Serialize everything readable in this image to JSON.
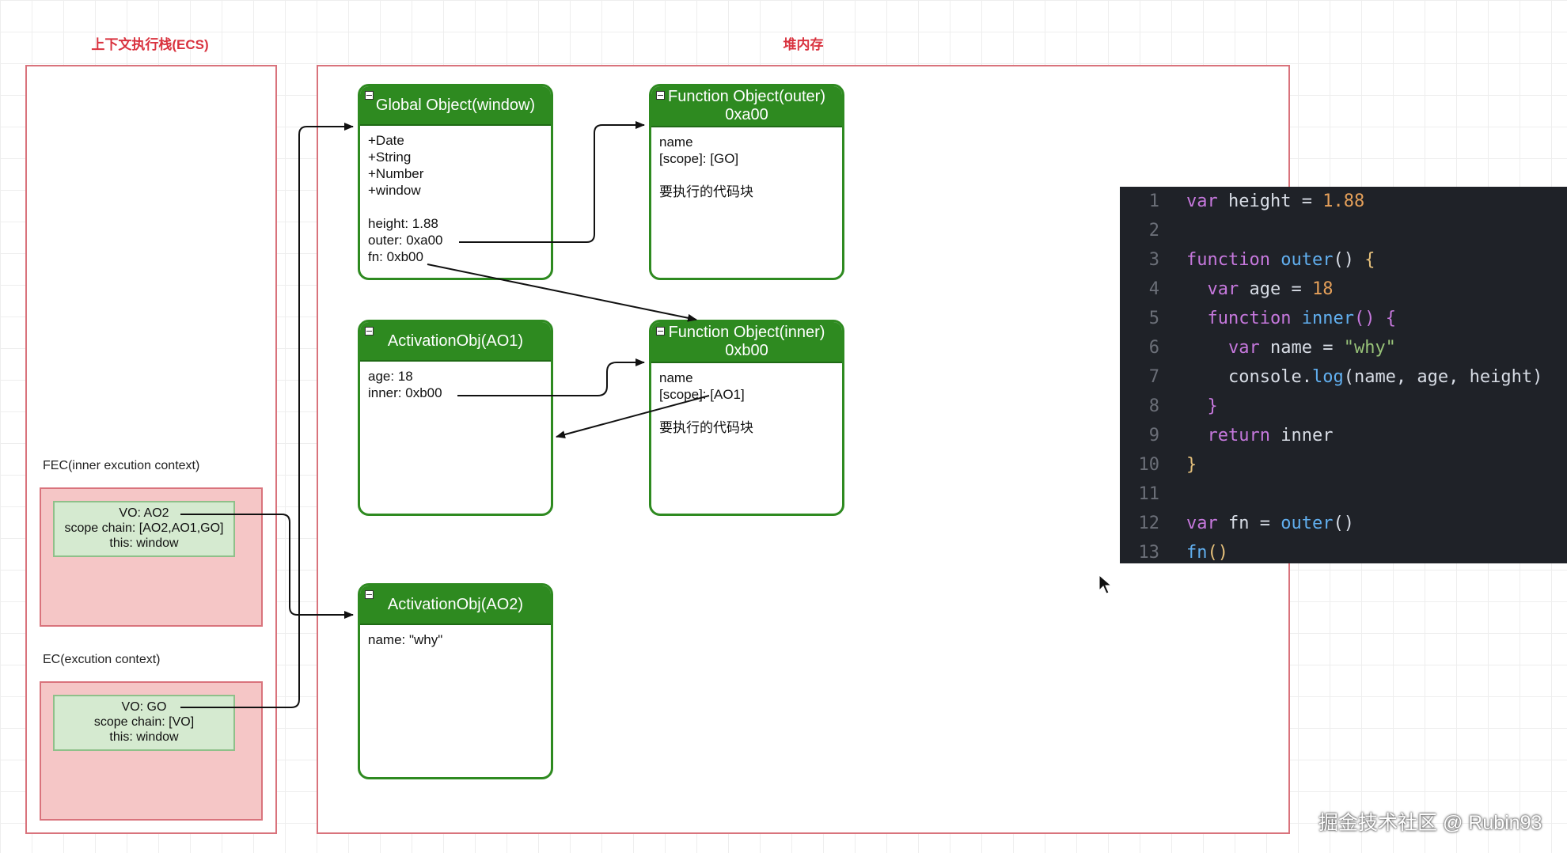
{
  "sections": {
    "ecs_title": "上下文执行栈(ECS)",
    "heap_title": "堆内存"
  },
  "ecs": {
    "fec_label": "FEC(inner excution context)",
    "fec_lines": [
      "VO: AO2",
      "scope chain: [AO2,AO1,GO]",
      "this: window"
    ],
    "ec_label": "EC(excution context)",
    "ec_lines": [
      "VO: GO",
      "scope chain: [VO]",
      "this: window"
    ]
  },
  "heap": {
    "global_object": {
      "title": "Global Object(window)",
      "body": "+Date\n+String\n+Number\n+window\n\nheight: 1.88\nouter: 0xa00\nfn: 0xb00"
    },
    "func_outer": {
      "title_line1": "Function Object(outer)",
      "title_line2": "0xa00",
      "body": "name\n[scope]: [GO]\n\n要执行的代码块"
    },
    "ao1": {
      "title": "ActivationObj(AO1)",
      "body": "age: 18\ninner: 0xb00"
    },
    "func_inner": {
      "title_line1": "Function Object(inner)",
      "title_line2": "0xb00",
      "body": "name\n[scope]: [AO1]\n\n要执行的代码块"
    },
    "ao2": {
      "title": "ActivationObj(AO2)",
      "body": "name: \"why\""
    }
  },
  "code": {
    "lines": [
      {
        "n": "1",
        "tokens": [
          {
            "t": "var",
            "c": "kw"
          },
          {
            "t": " height = ",
            "c": ""
          },
          {
            "t": "1.88",
            "c": "num"
          }
        ]
      },
      {
        "n": "2",
        "tokens": []
      },
      {
        "n": "3",
        "tokens": [
          {
            "t": "function",
            "c": "kw"
          },
          {
            "t": " ",
            "c": ""
          },
          {
            "t": "outer",
            "c": "fn"
          },
          {
            "t": "() ",
            "c": ""
          },
          {
            "t": "{",
            "c": "br"
          }
        ]
      },
      {
        "n": "4",
        "tokens": [
          {
            "t": "  ",
            "c": ""
          },
          {
            "t": "var",
            "c": "kw"
          },
          {
            "t": " age = ",
            "c": ""
          },
          {
            "t": "18",
            "c": "num"
          }
        ]
      },
      {
        "n": "5",
        "tokens": [
          {
            "t": "  ",
            "c": ""
          },
          {
            "t": "function",
            "c": "kw"
          },
          {
            "t": " ",
            "c": ""
          },
          {
            "t": "inner",
            "c": "fn"
          },
          {
            "t": "() {",
            "c": "kw"
          }
        ]
      },
      {
        "n": "6",
        "tokens": [
          {
            "t": "    ",
            "c": ""
          },
          {
            "t": "var",
            "c": "kw"
          },
          {
            "t": " name = ",
            "c": ""
          },
          {
            "t": "\"why\"",
            "c": "str"
          }
        ]
      },
      {
        "n": "7",
        "tokens": [
          {
            "t": "    console.",
            "c": ""
          },
          {
            "t": "log",
            "c": "fn"
          },
          {
            "t": "(name, age, height)",
            "c": ""
          }
        ]
      },
      {
        "n": "8",
        "tokens": [
          {
            "t": "  ",
            "c": ""
          },
          {
            "t": "}",
            "c": "kw"
          }
        ]
      },
      {
        "n": "9",
        "tokens": [
          {
            "t": "  ",
            "c": ""
          },
          {
            "t": "return",
            "c": "kw"
          },
          {
            "t": " inner",
            "c": ""
          }
        ]
      },
      {
        "n": "10",
        "tokens": [
          {
            "t": "}",
            "c": "br"
          }
        ]
      },
      {
        "n": "11",
        "tokens": []
      },
      {
        "n": "12",
        "tokens": [
          {
            "t": "var",
            "c": "kw"
          },
          {
            "t": " fn = ",
            "c": ""
          },
          {
            "t": "outer",
            "c": "fn"
          },
          {
            "t": "()",
            "c": ""
          }
        ]
      },
      {
        "n": "13",
        "tokens": [
          {
            "t": "fn",
            "c": "fn"
          },
          {
            "t": "()",
            "c": "br"
          }
        ]
      }
    ]
  },
  "watermark": "掘金技术社区 @ Rubin93"
}
